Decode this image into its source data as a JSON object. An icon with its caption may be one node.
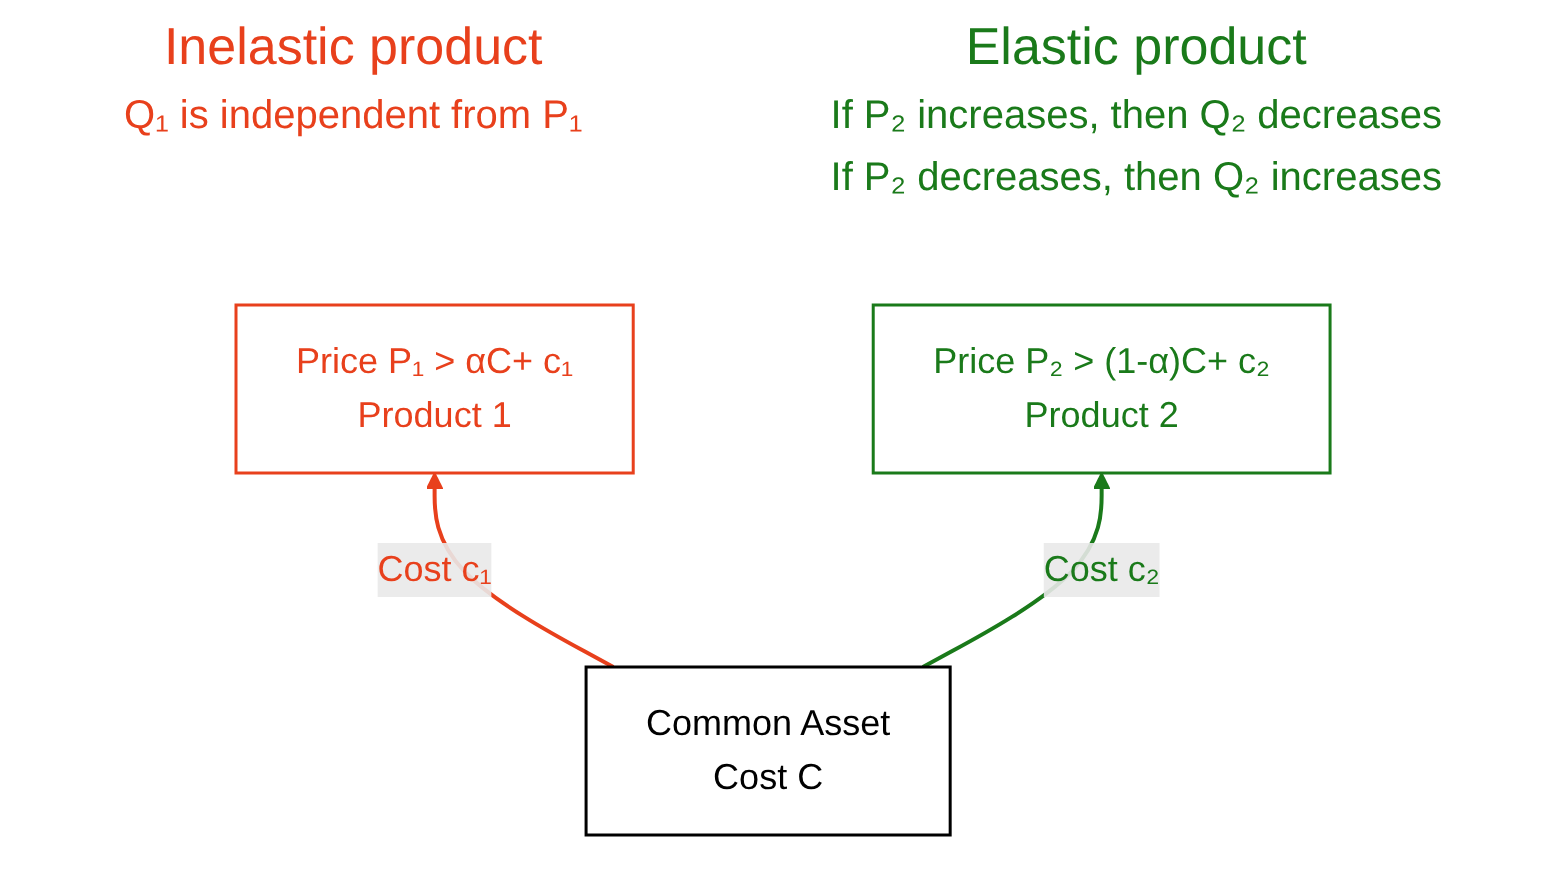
{
  "diagram": {
    "nodes": [
      {
        "text": [
          "Price P₁ > αC+ c₁",
          "Product 1"
        ]
      },
      {
        "text": [
          "Price P₂ > (1-α)C+ c₂",
          "Product 2"
        ]
      },
      {
        "text": [
          "Common Asset",
          "Cost C"
        ]
      }
    ],
    "edges": [
      {
        "from": 2,
        "to": 0,
        "arrow": "to",
        "label": "Cost c₁",
        "color": "#e8401c"
      },
      {
        "from": 2,
        "to": 1,
        "arrow": "to",
        "label": "Cost c₂",
        "color": "#1a7a1a"
      }
    ],
    "labels": [
      "Inelastic product",
      "Q₁ is independent from P₁",
      "Elastic product",
      "If P₂ increases, then Q₂ decreases",
      "If P₂ decreases, then Q₂ increases"
    ]
  }
}
